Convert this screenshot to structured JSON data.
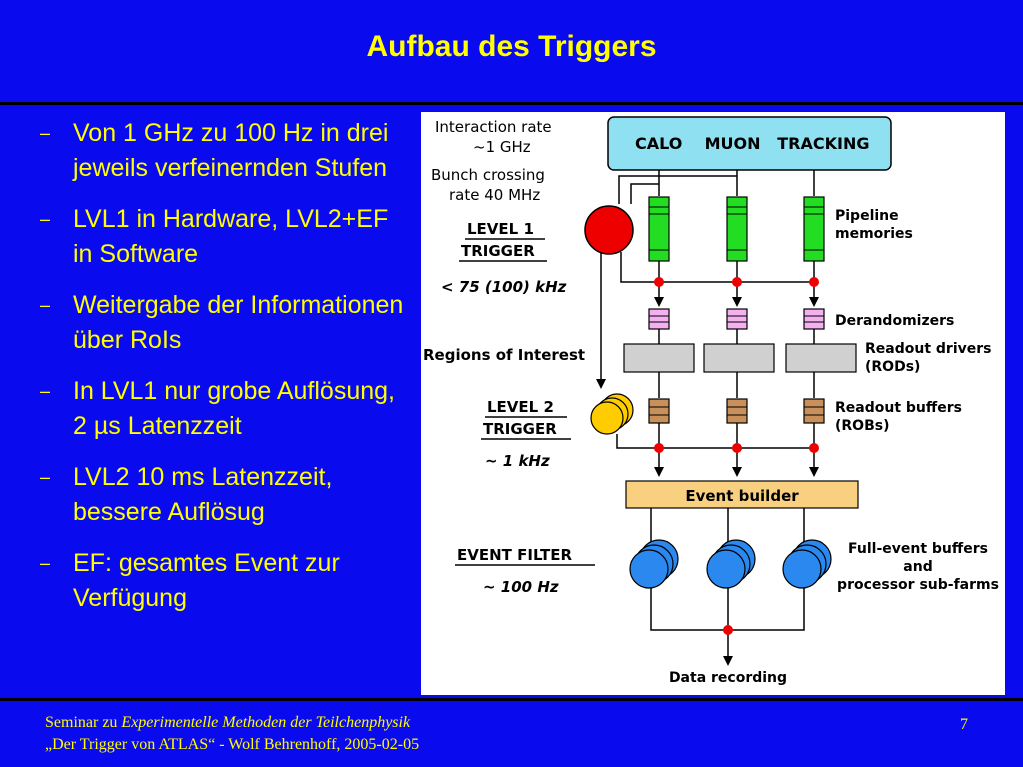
{
  "slide": {
    "title": "Aufbau des Triggers",
    "bullets": [
      "Von 1 GHz zu 100 Hz in drei jeweils verfeinernden Stufen",
      "LVL1 in Hardware, LVL2+EF in Software",
      "Weitergabe der Informationen über RoIs",
      "In LVL1 nur grobe Auflösung, 2 µs Latenzzeit",
      "LVL2 10 ms Latenzzeit, bessere Auflösug",
      "EF: gesamtes Event zur Verfügung"
    ],
    "bullet_marker": "–",
    "page_number": "7"
  },
  "footer": {
    "prefix": "Seminar zu ",
    "course": "Experimentelle Methoden der Teilchenphysik",
    "line2": "„Der Trigger von ATLAS“ - Wolf Behrenhoff, 2005-02-05"
  },
  "diagram": {
    "interaction_rate_1": "Interaction rate",
    "interaction_rate_2": "~1 GHz",
    "bunch_crossing_1": "Bunch crossing",
    "bunch_crossing_2": "rate 40 MHz",
    "detectors": "CALO    MUON   TRACKING",
    "level1_1": "LEVEL 1",
    "level1_2": "TRIGGER",
    "level1_rate": "< 75 (100) kHz",
    "pipeline_1": "Pipeline",
    "pipeline_2": "memories",
    "derandomizers": "Derandomizers",
    "roi": "Regions of Interest",
    "rod_1": "Readout drivers",
    "rod_2": "(RODs)",
    "level2_1": "LEVEL 2",
    "level2_2": "TRIGGER",
    "level2_rate": "~ 1 kHz",
    "rob_1": "Readout buffers",
    "rob_2": "(ROBs)",
    "event_builder": "Event builder",
    "ef_1": "EVENT FILTER",
    "ef_rate": "~ 100 Hz",
    "feb_1": "Full-event buffers",
    "feb_2": "and",
    "feb_3": "processor sub-farms",
    "data_recording": "Data recording"
  },
  "colors": {
    "background": "#0a0aee",
    "text": "#ffff00",
    "detector_box": "#8fe0f0",
    "pipeline": "#22dd22",
    "lvl1_trigger": "#ee0000",
    "derandomizer": "#f5b0f0",
    "rod": "#d0d0d0",
    "rob": "#c8905a",
    "lvl2_trigger": "#ffcc00",
    "event_builder": "#f8d080",
    "processor": "#2a88ee"
  }
}
